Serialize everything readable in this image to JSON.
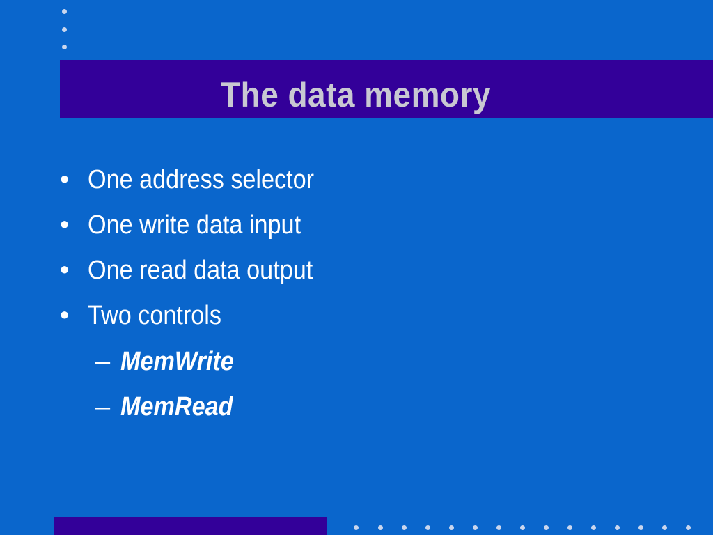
{
  "slide": {
    "title": "The data memory",
    "bullet_marker": "•",
    "sub_marker": "–",
    "bullets": [
      "One address selector",
      "One write data input",
      "One read data output",
      "Two controls"
    ],
    "sub_bullets": [
      "MemWrite",
      "MemRead"
    ]
  },
  "colors": {
    "background": "#0a66cc",
    "band": "#330099",
    "title_text": "#c8c8d2",
    "body_text": "#ffffff",
    "dots": "#c9d6ee"
  }
}
